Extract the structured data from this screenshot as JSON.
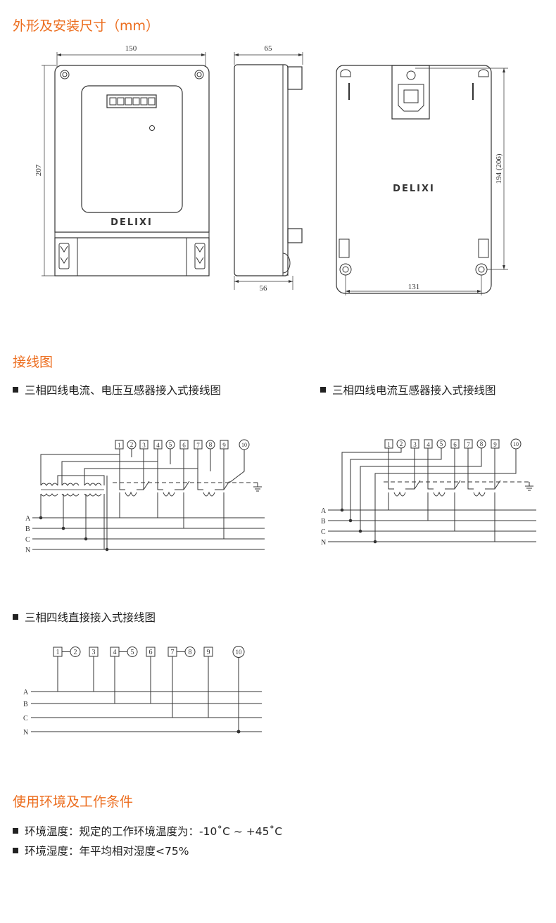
{
  "sections": {
    "dimensions": "外形及安装尺寸（mm）",
    "wiring": "接线图",
    "conditions": "使用环境及工作条件"
  },
  "dims": {
    "front_width": "150",
    "front_height": "207",
    "side_depth_top": "65",
    "side_depth_bottom": "56",
    "back_height": "194 (206)",
    "back_width": "131"
  },
  "brand": "DELIXI",
  "diagrams": {
    "d1": {
      "title": "三相四线电流、电压互感器接入式接线图"
    },
    "d2": {
      "title": "三相四线电流互感器接入式接线图"
    },
    "d3": {
      "title": "三相四线直接接入式接线图"
    }
  },
  "phase_labels": [
    "A",
    "B",
    "C",
    "N"
  ],
  "terminals": [
    "1",
    "2",
    "3",
    "4",
    "5",
    "6",
    "7",
    "8",
    "9",
    "10"
  ],
  "conditions": {
    "temp": "环境温度：规定的工作环境温度为：-10˚C ~ +45˚C",
    "humidity": "环境湿度：年平均相对湿度<75%"
  }
}
